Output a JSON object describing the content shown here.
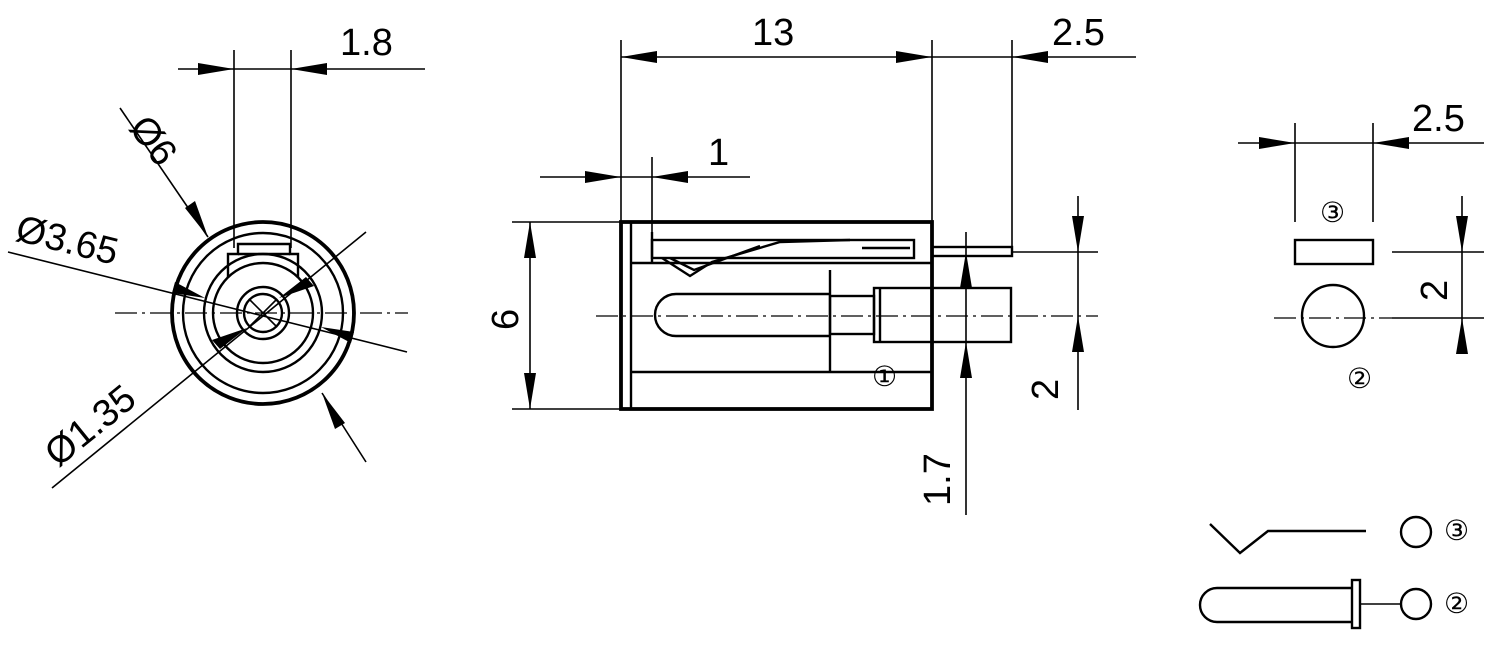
{
  "dimensions": {
    "front_slot_width": "1.8",
    "front_outer_diameter": "Ø6",
    "front_mid_diameter": "Ø3.65",
    "front_inner_diameter": "Ø1.35",
    "side_length": "13",
    "side_tab_length": "2.5",
    "side_flange": "1",
    "side_height": "6",
    "side_pin_height": "2",
    "side_pin_offset": "1.7",
    "end_tab_width": "2.5",
    "end_tab_height": "2"
  },
  "markers": {
    "side_pin": "①",
    "end_tab": "③",
    "end_circle": "②",
    "legend_spring": "③",
    "legend_pin": "②"
  }
}
